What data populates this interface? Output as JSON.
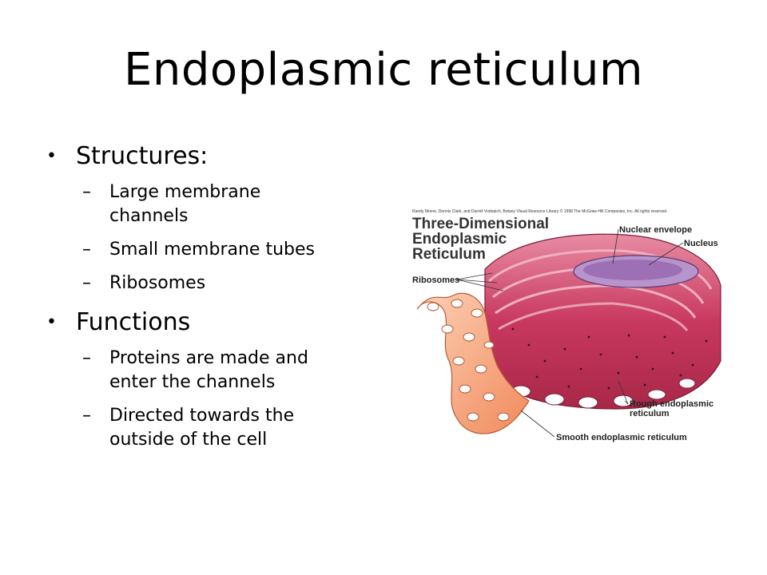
{
  "slide": {
    "title": "Endoplasmic reticulum",
    "sections": [
      {
        "heading": "Structures:",
        "items": [
          [
            "Large membrane",
            "channels"
          ],
          [
            "Small membrane tubes"
          ],
          [
            "Ribosomes"
          ]
        ]
      },
      {
        "heading": "Functions",
        "items": [
          [
            "Proteins are made and",
            "enter the channels"
          ],
          [
            "Directed towards the",
            "outside of the cell"
          ]
        ]
      }
    ],
    "bullet": "•",
    "dash": "–"
  },
  "figure": {
    "credit": "Randy Moore, Dennis Clark, and Darrell Vodopich, Botany Visual Resource Library © 1998 The McGraw-Hill Companies, Inc. All rights reserved.",
    "title_lines": [
      "Three-Dimensional",
      "Endoplasmic",
      "Reticulum"
    ],
    "labels": {
      "nuclear_envelope": "Nuclear envelope",
      "nucleus": "Nucleus",
      "ribosomes": "Ribosomes",
      "rough_er_1": "Rough endoplasmic",
      "rough_er_2": "reticulum",
      "smooth_er": "Smooth endoplasmic reticulum"
    },
    "colors": {
      "rough_er": "#c8385e",
      "rough_er_light": "#e17590",
      "smooth_er": "#f5a47c",
      "smooth_er_light": "#fbd1b6",
      "nucleus": "#9d70b5"
    }
  }
}
